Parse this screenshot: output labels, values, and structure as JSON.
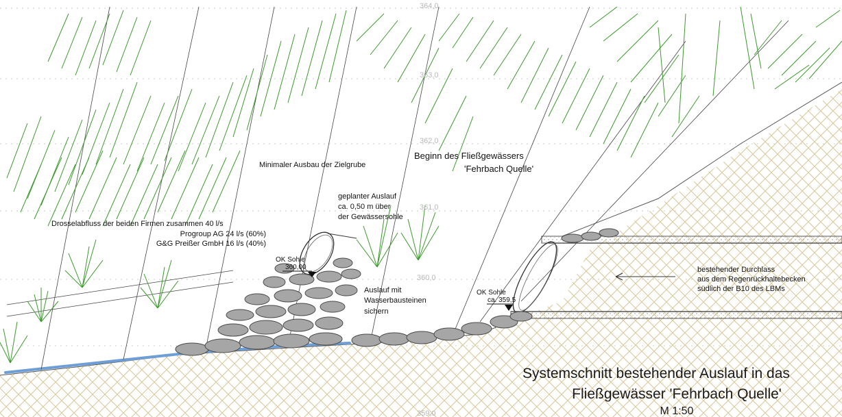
{
  "levels": [
    "364,0",
    "363,0",
    "362,0",
    "361,0",
    "360,0",
    "359,0"
  ],
  "labels": {
    "zielgrube": "Minimaler Ausbau der Zielgrube",
    "beginn_line1": "Beginn des Fließgewässers",
    "beginn_line2": "'Fehrbach Quelle'",
    "auslauf_line1": "geplanter Auslauf",
    "auslauf_line2": "ca. 0,50 m über",
    "auslauf_line3": "der Gewässersohle",
    "drossel_line1": "Drosselabfluss der beiden Firmen zusammen 40 l/s",
    "drossel_line2": "Progroup AG 24 l/s (60%)",
    "drossel_line3": "G&G Preißer GmbH 16 l/s (40%)",
    "ok_sohle_left_1": "OK Sohle",
    "ok_sohle_left_2": "360,00",
    "sichern_line1": "Auslauf mit",
    "sichern_line2": "Wasserbausteinen",
    "sichern_line3": "sichern",
    "ok_sohle_right_1": "OK Sohle",
    "ok_sohle_right_2": "ca. 359,5",
    "durchlass_line1": "bestehender Durchlass",
    "durchlass_line2": "aus dem Regenrückhaltebecken",
    "durchlass_line3": "südlich der B10 des LBMs"
  },
  "title": {
    "line1": "Systemschnitt bestehender Auslauf in das",
    "line2": "Fließgewässer 'Fehrbach Quelle'",
    "scale": "M 1:50"
  },
  "colors": {
    "vegetation": "#3a9a2a",
    "water": "#6d9fd6",
    "soil_hatch": "#d9c89a",
    "stone_fill": "#a6a6a6",
    "stone_stroke": "#4a4a4a"
  }
}
